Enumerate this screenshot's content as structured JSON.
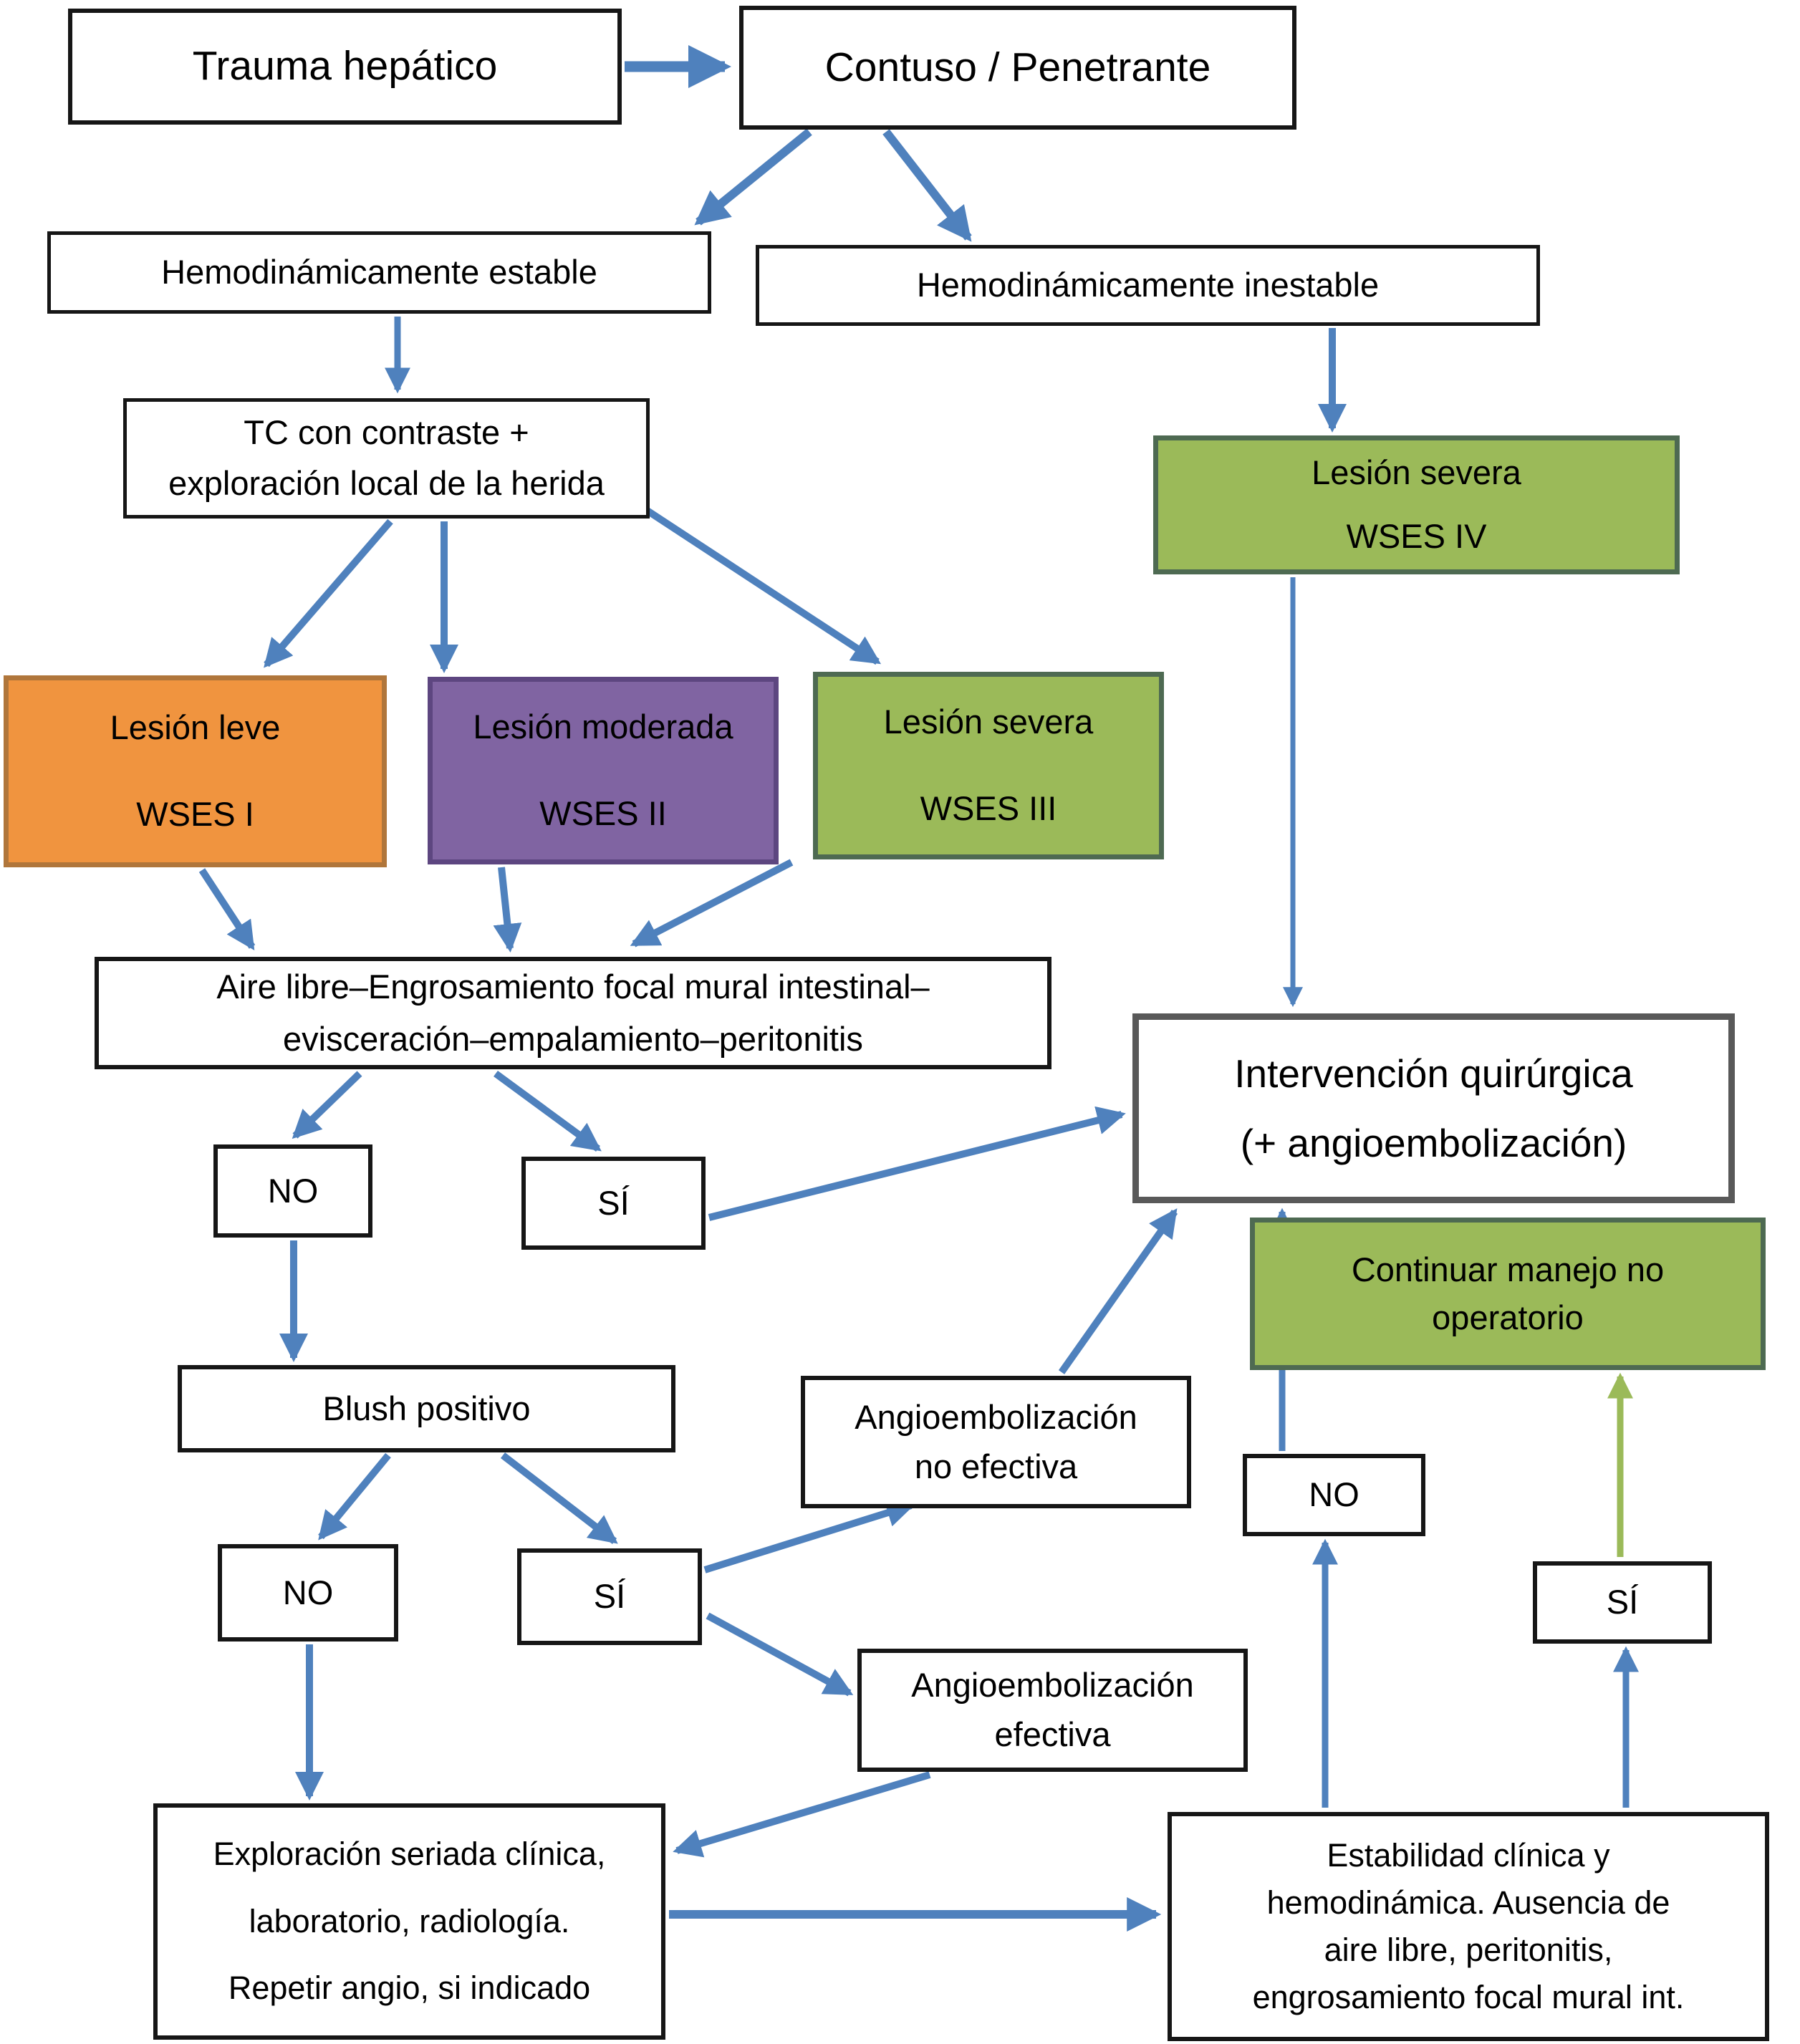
{
  "colors": {
    "arrow_blue": "#4f81bd",
    "arrow_green": "#9bba59",
    "orange_fill": "#f0943f",
    "orange_border": "#b0763b",
    "purple_fill": "#8064a2",
    "purple_border": "#5d4680",
    "green_fill": "#9bba59",
    "green_border": "#4e6a52",
    "gray_border": "#595959"
  },
  "nodes": {
    "trauma": {
      "l1": "Trauma hepático"
    },
    "contuso": {
      "l1": "Contuso / Penetrante"
    },
    "estable": {
      "l1": "Hemodinámicamente estable"
    },
    "inestable": {
      "l1": "Hemodinámicamente inestable"
    },
    "tc": {
      "l1": "TC con contraste +",
      "l2": "exploración local de la herida"
    },
    "wses4": {
      "l1": "Lesión severa",
      "l2": "WSES IV"
    },
    "wses1": {
      "l1": "Lesión leve",
      "l2": "WSES I"
    },
    "wses2": {
      "l1": "Lesión moderada",
      "l2": "WSES II"
    },
    "wses3": {
      "l1": "Lesión severa",
      "l2": "WSES III"
    },
    "airelibre": {
      "l1": "Aire libre–Engrosamiento focal mural intestinal–",
      "l2": "evisceración–empalamiento–peritonitis"
    },
    "no1": {
      "l1": "NO"
    },
    "si1": {
      "l1": "SÍ"
    },
    "cirugia": {
      "l1": "Intervención quirúrgica",
      "l2": "(+ angioembolización)"
    },
    "continuar": {
      "l1": "Continuar manejo no",
      "l2": "operatorio"
    },
    "blush": {
      "l1": "Blush positivo"
    },
    "angio_no": {
      "l1": "Angioembolización",
      "l2": "no efectiva"
    },
    "no2": {
      "l1": "NO"
    },
    "si2": {
      "l1": "SÍ"
    },
    "no3": {
      "l1": "NO"
    },
    "si3": {
      "l1": "SÍ"
    },
    "angio_si": {
      "l1": "Angioembolización",
      "l2": "efectiva"
    },
    "exploracion": {
      "l1": "Exploración seriada clínica,",
      "l2": "laboratorio, radiología.",
      "l3": "Repetir angio, si indicado"
    },
    "estabilidad": {
      "l1": "Estabilidad clínica y",
      "l2": "hemodinámica. Ausencia de",
      "l3": "aire libre, peritonitis,",
      "l4": "engrosamiento focal mural int."
    }
  }
}
